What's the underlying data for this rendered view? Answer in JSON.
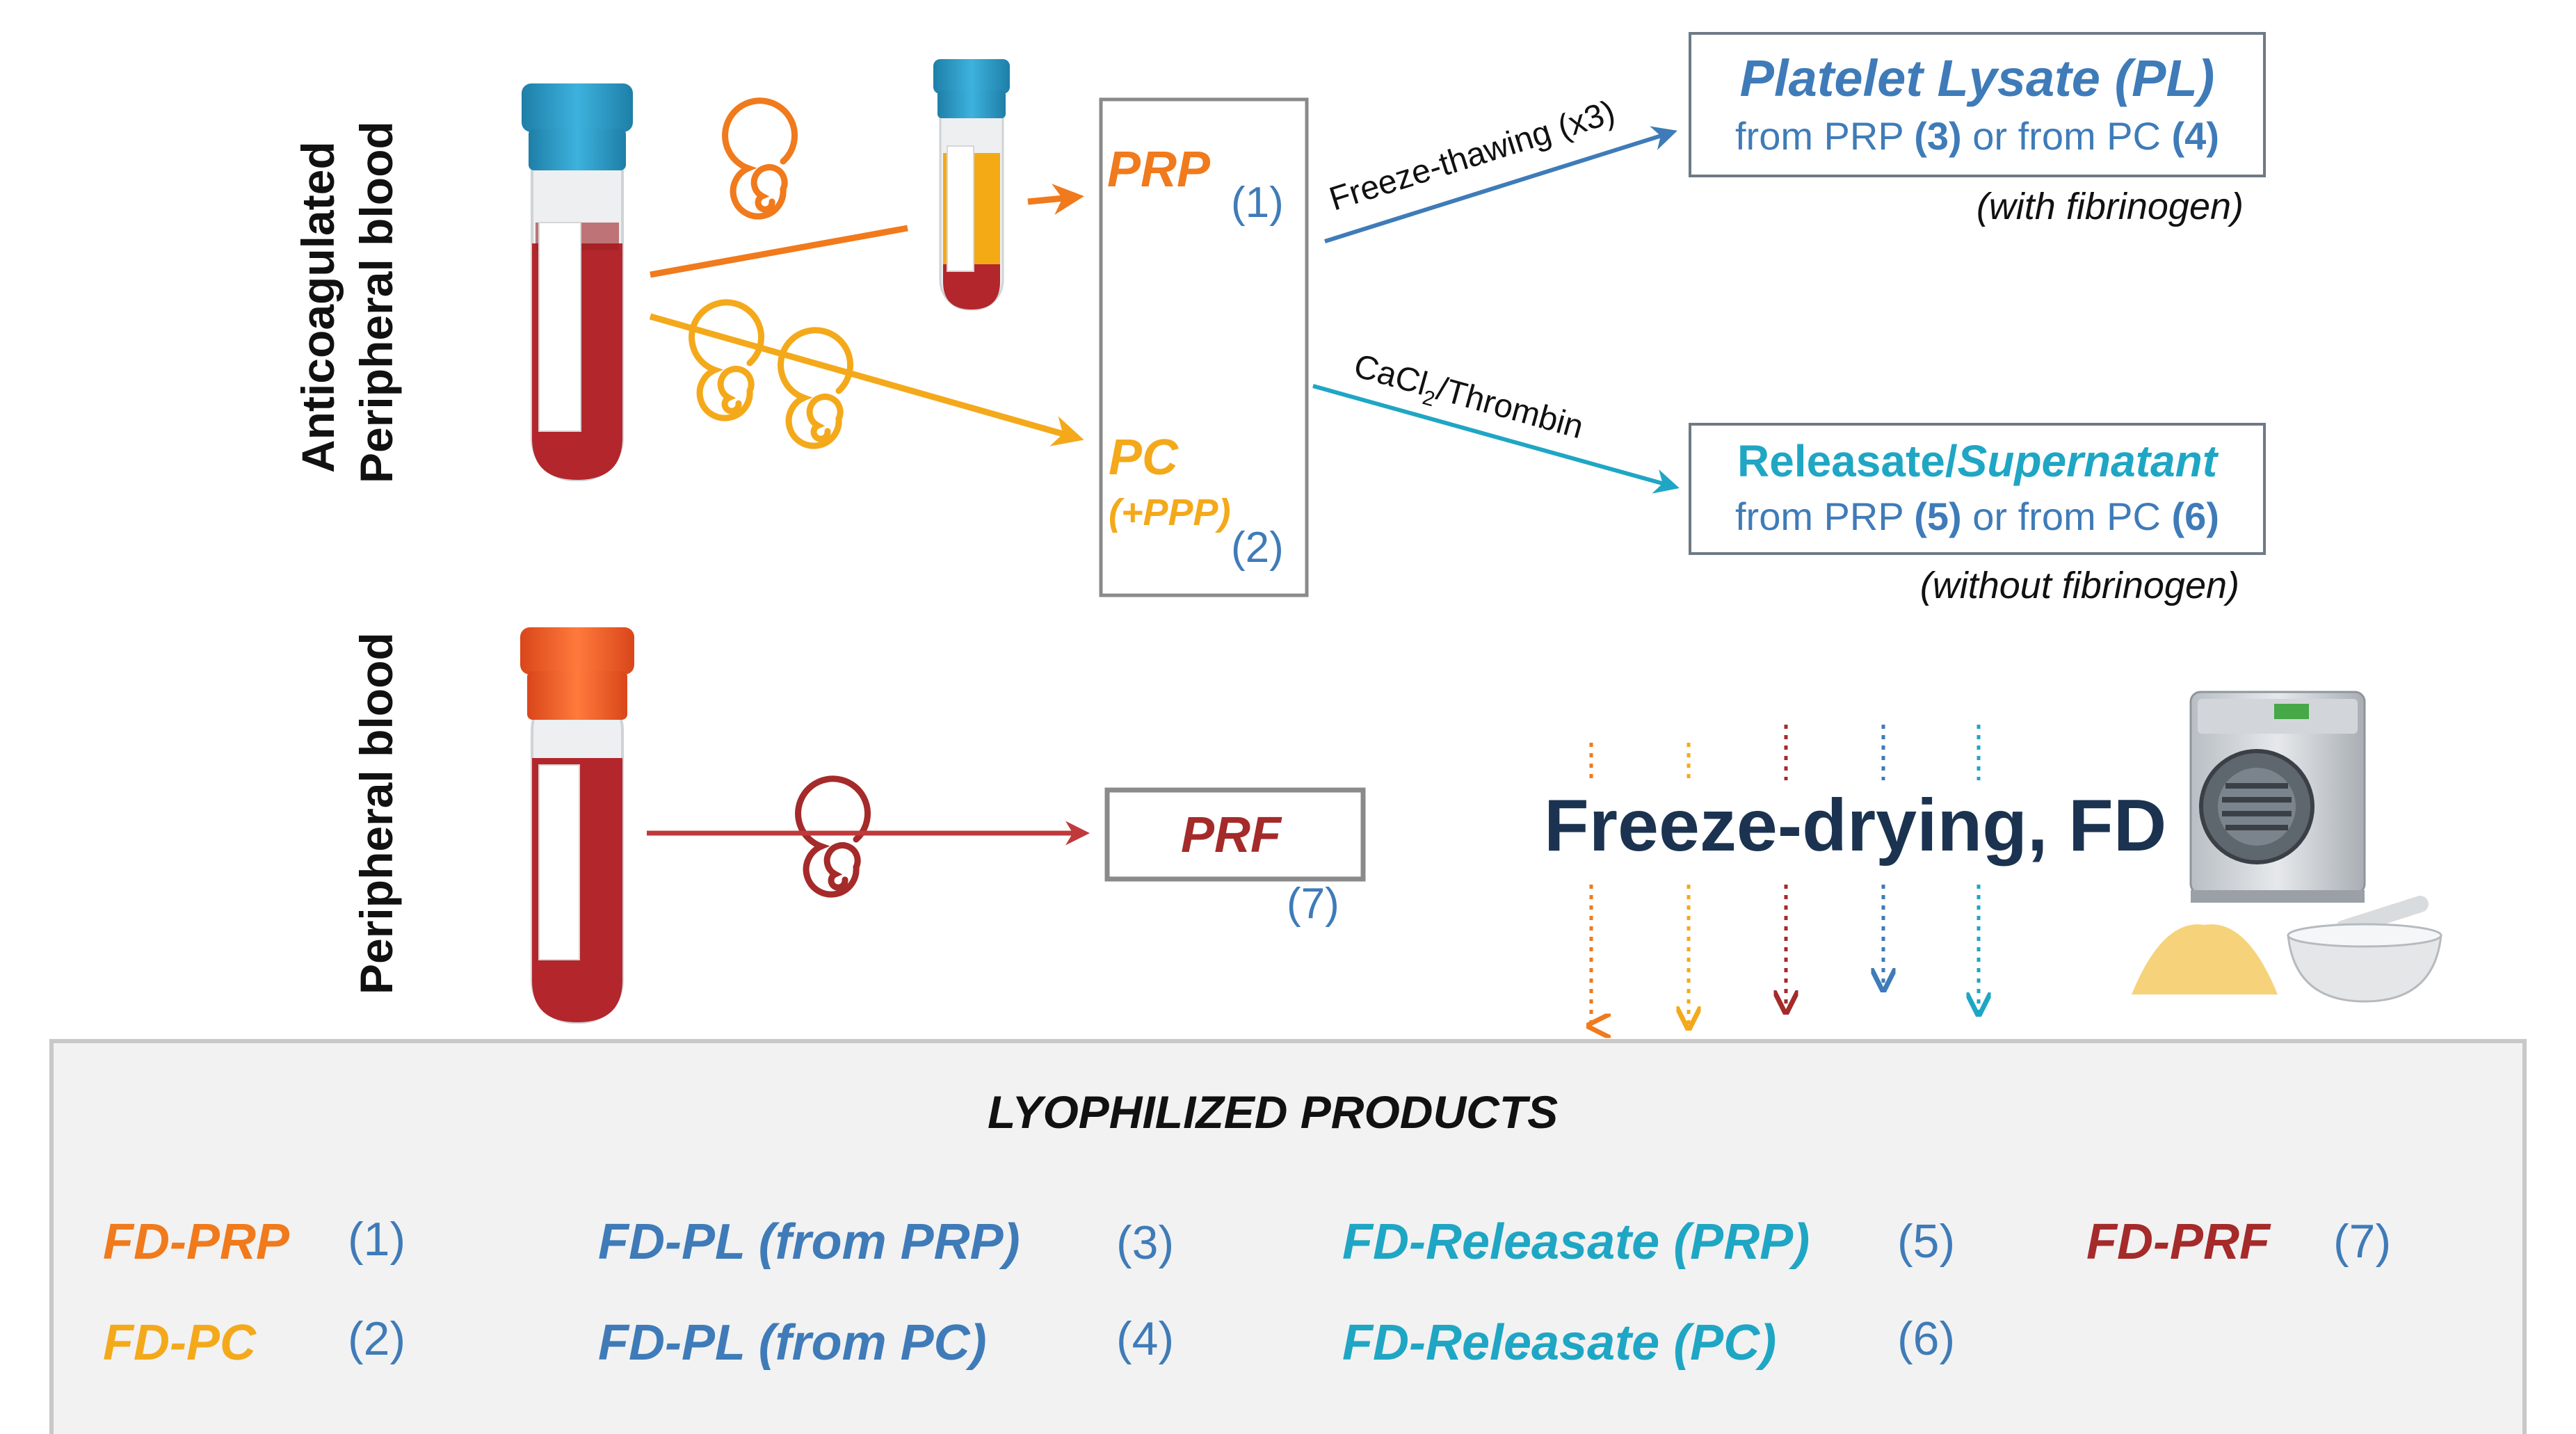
{
  "colors": {
    "orange": "#F07A1C",
    "amber": "#F4A91B",
    "steelblue": "#3F7BB8",
    "cyan": "#1FA6C4",
    "darkred": "#A52A2A",
    "navy": "#1B3350",
    "black": "#111111",
    "tubeBlood": "#B3262C",
    "capBlue": "#2E9CC7",
    "capOrange": "#F05A22",
    "panelFill": "#F2F2F2",
    "panelBorder": "#C8C8C8",
    "boxBorder": "#8A8A8A"
  },
  "left_labels": {
    "anticoagulated_line1": "Anticoagulated",
    "anticoagulated_line2": "Peripheral blood",
    "peripheral": "Peripheral blood"
  },
  "nodes": {
    "prp": {
      "label": "PRP",
      "num": "(1)"
    },
    "pc": {
      "label": "PC",
      "sub": "(+PPP)",
      "num": "(2)"
    },
    "prf": {
      "label": "PRF",
      "num": "(7)"
    }
  },
  "edges": {
    "freeze_thawing": "Freeze-thawing (x3)",
    "cacl2_a": "CaCl",
    "cacl2_sub": "2",
    "cacl2_b": "/Thrombin"
  },
  "pl_box": {
    "title": "Platelet Lysate (PL)",
    "from_a": "from PRP ",
    "num_a": "(3)",
    "mid": " or from PC ",
    "num_b": "(4)",
    "note": "(with  fibrinogen)"
  },
  "rel_box": {
    "title_a": "Releasate/",
    "title_b": "Supernatant",
    "from_a": "from PRP ",
    "num_a": "(5)",
    "mid": " or from PC ",
    "num_b": "(6)",
    "note": "(without  fibrinogen)"
  },
  "freeze_drying": "Freeze-drying, FD",
  "panel": {
    "title": "LYOPHILIZED  PRODUCTS",
    "items": [
      {
        "name": "FD-PRP",
        "num": "(1)"
      },
      {
        "name": "FD-PC",
        "num": "(2)"
      },
      {
        "name": "FD-PL (from PRP)",
        "num": "(3)"
      },
      {
        "name": "FD-PL (from PC)",
        "num": "(4)"
      },
      {
        "name": "FD-Releasate (PRP)",
        "num": "(5)"
      },
      {
        "name": "FD-Releasate (PC)",
        "num": "(6)"
      },
      {
        "name": "FD-PRF",
        "num": "(7)"
      }
    ]
  },
  "icons": [
    "blood-tube",
    "centrifuge-spiral",
    "freeze-dryer",
    "powder-pile",
    "mortar-and-pestle"
  ]
}
